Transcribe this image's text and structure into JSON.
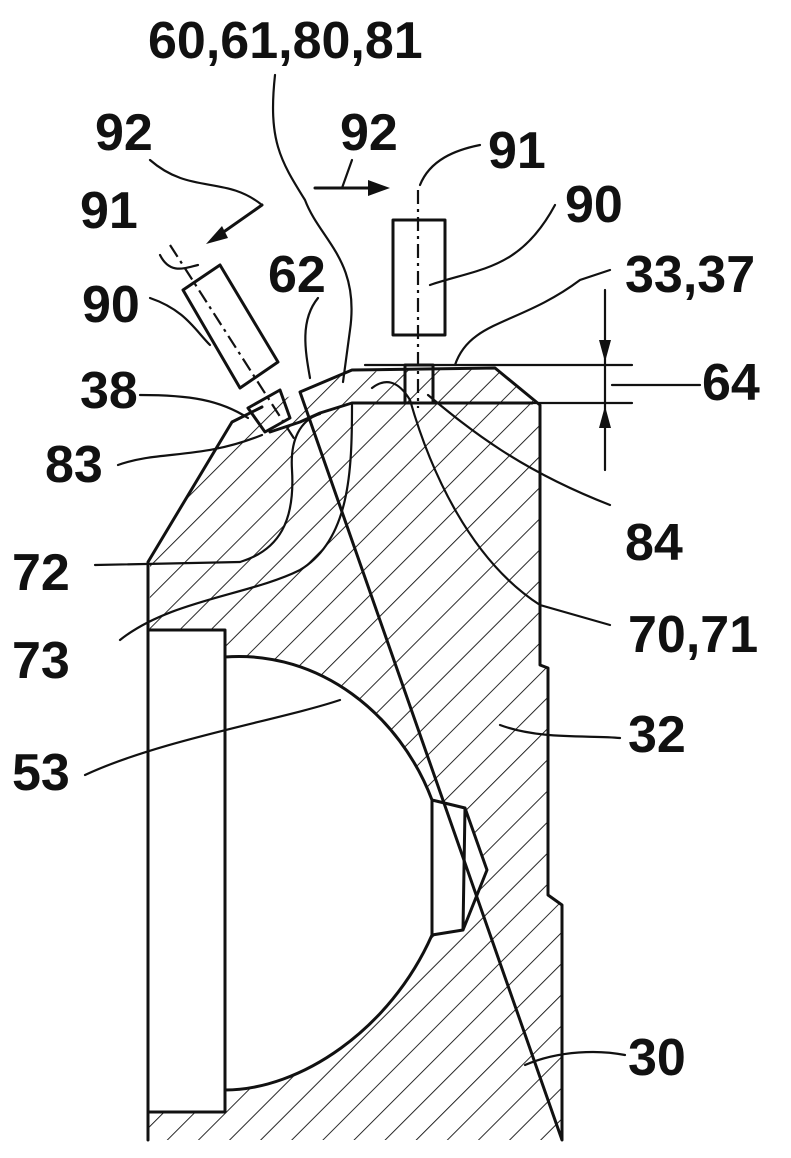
{
  "figure": {
    "labels": {
      "l60": "60,61,80,81",
      "l92a": "92",
      "l92b": "92",
      "l91a": "91",
      "l91b": "91",
      "l90a": "90",
      "l90b": "90",
      "l62": "62",
      "l3337": "33,37",
      "l38": "38",
      "l64": "64",
      "l83": "83",
      "l84": "84",
      "l72": "72",
      "l73": "73",
      "l7071": "70,71",
      "l53": "53",
      "l32": "32",
      "l30": "30"
    }
  }
}
